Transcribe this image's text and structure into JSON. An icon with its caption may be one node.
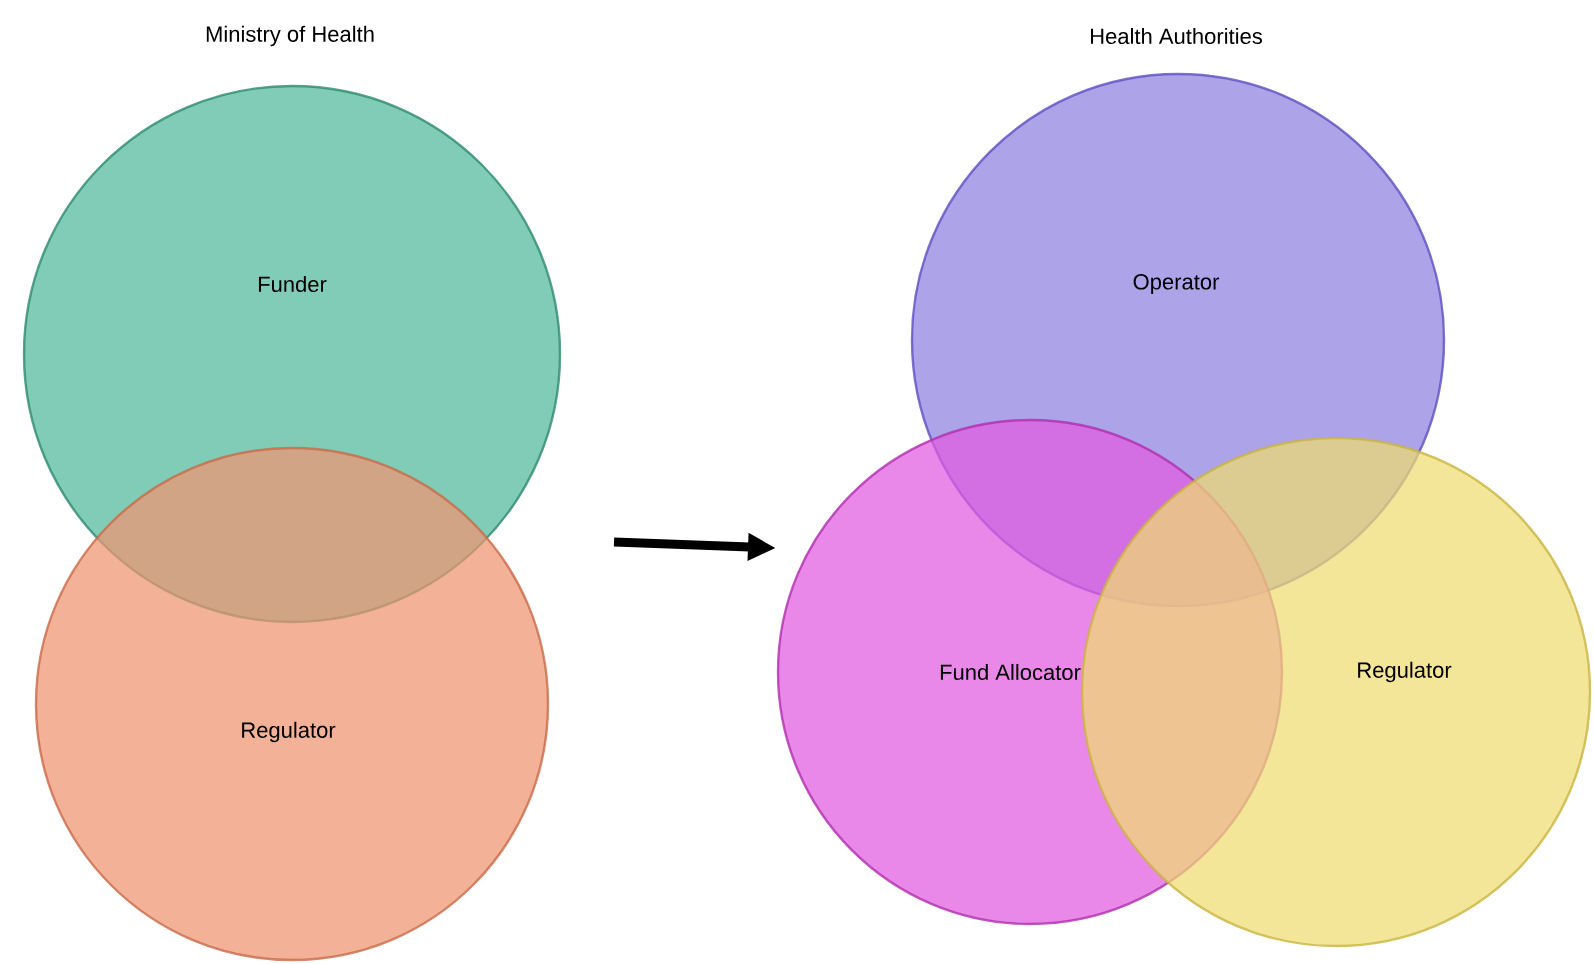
{
  "diagram": {
    "nodes": [
      {
        "text": [
          "Funder"
        ]
      },
      {
        "text": [
          "Regulator"
        ]
      },
      {
        "text": [
          "Operator"
        ]
      },
      {
        "text": [
          "Fund Allocator"
        ]
      },
      {
        "text": [
          "Regulator"
        ]
      }
    ],
    "labels": [
      "Ministry of Health",
      "Health Authorities"
    ]
  }
}
